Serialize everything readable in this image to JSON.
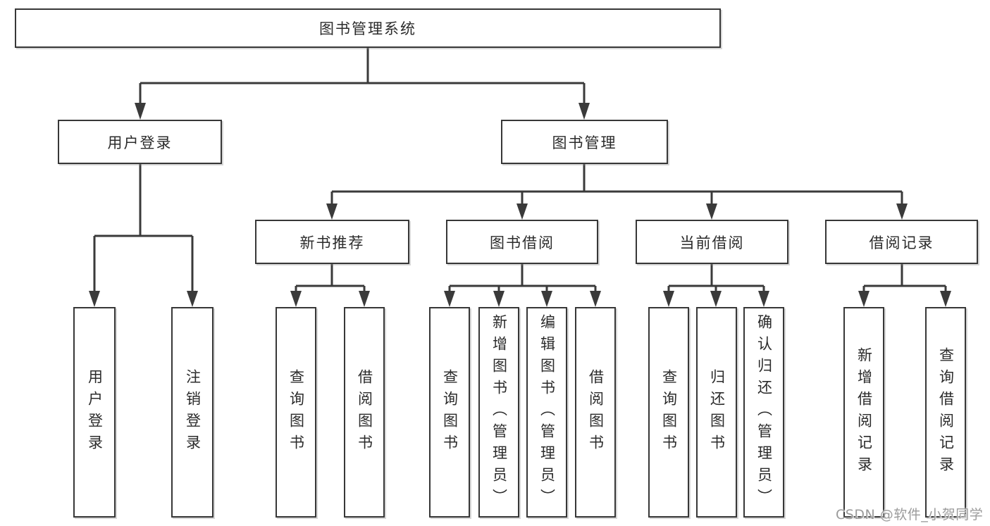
{
  "diagram": {
    "root": {
      "label": "图书管理系统"
    },
    "level2": [
      {
        "label": "用户登录",
        "children": [
          "用户登录",
          "注销登录"
        ]
      },
      {
        "label": "图书管理"
      }
    ],
    "level3": [
      {
        "label": "新书推荐",
        "children": [
          "查询图书",
          "借阅图书"
        ]
      },
      {
        "label": "图书借阅",
        "children": [
          "查询图书",
          "新增图书（管理员）",
          "编辑图书（管理员）",
          "借阅图书"
        ]
      },
      {
        "label": "当前借阅",
        "children": [
          "查询图书",
          "归还图书",
          "确认归还（管理员）"
        ]
      },
      {
        "label": "借阅记录",
        "children": [
          "新增借阅记录",
          "查询借阅记录"
        ]
      }
    ]
  },
  "colors": {
    "line": "#3a3a3a",
    "box_border": "#373737",
    "box_background": "#ffffff",
    "text": "#2b2b2b",
    "watermark": "#9b9b9b"
  },
  "watermark": {
    "text": "CSDN @软件_小贺同学"
  }
}
